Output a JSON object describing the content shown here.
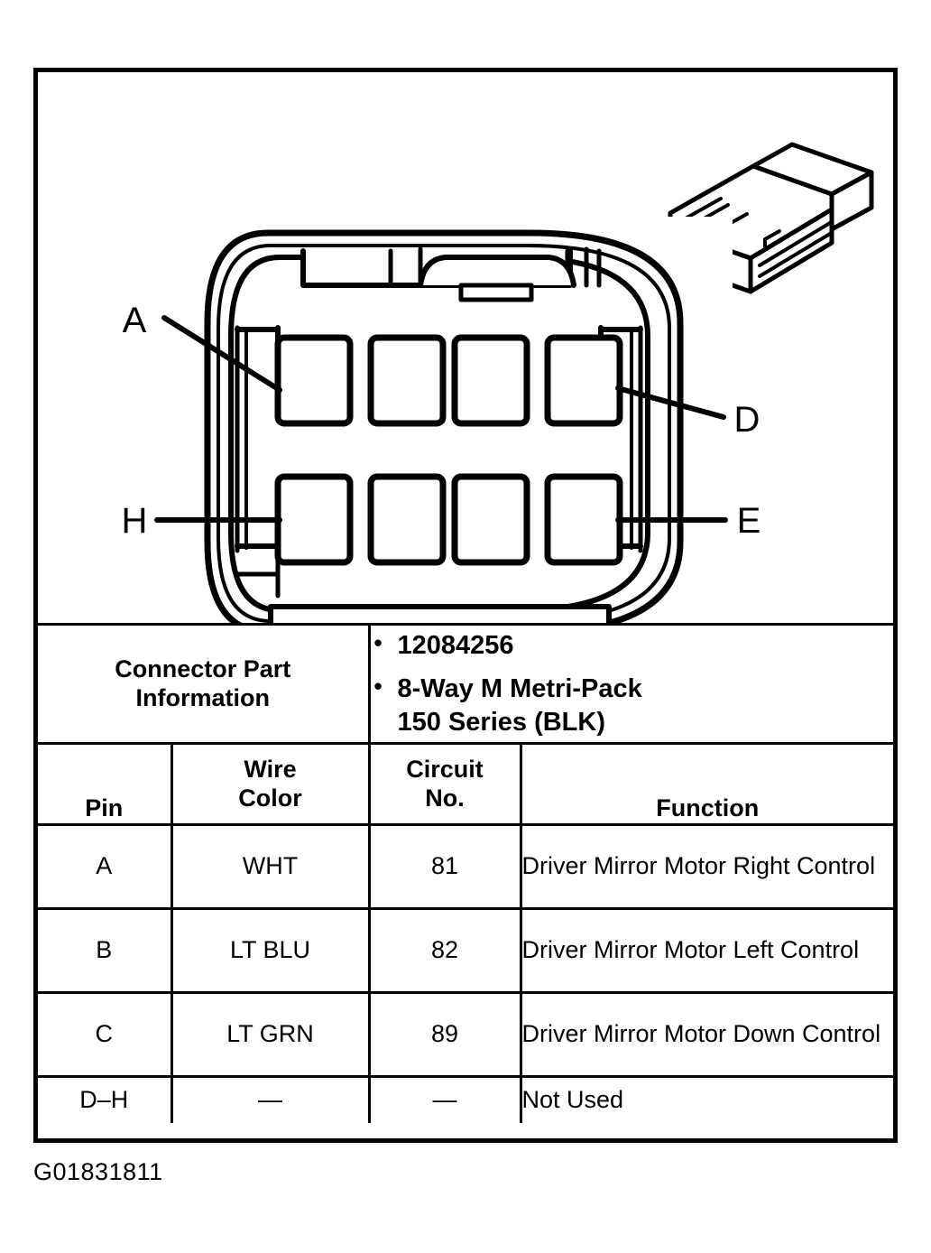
{
  "figure": {
    "id_label": "G01831811",
    "diagram": {
      "title": "8-way male Metri-Pack 150 connector face view",
      "callouts": [
        {
          "label": "A",
          "target": "top-left-cavity"
        },
        {
          "label": "D",
          "target": "top-right-cavity"
        },
        {
          "label": "H",
          "target": "bottom-left-cavity"
        },
        {
          "label": "E",
          "target": "bottom-right-cavity"
        }
      ],
      "cavity_rows": 2,
      "cavity_columns": 4,
      "inset_view": "isometric-connector-housing"
    }
  },
  "part_information": {
    "label_line1": "Connector Part",
    "label_line2": "Information",
    "bullets": [
      "12084256",
      "8-Way M Metri-Pack 150 Series (BLK)"
    ],
    "bullet_2_line1": "8-Way M Metri-Pack",
    "bullet_2_line2": "150 Series (BLK)"
  },
  "table": {
    "headers": {
      "pin": "Pin",
      "wire_color_line1": "Wire",
      "wire_color_line2": "Color",
      "circuit_no_line1": "Circuit",
      "circuit_no_line2": "No.",
      "function": "Function"
    },
    "rows": [
      {
        "pin": "A",
        "wire_color": "WHT",
        "circuit_no": "81",
        "function": "Driver Mirror Motor Right Control"
      },
      {
        "pin": "B",
        "wire_color": "LT BLU",
        "circuit_no": "82",
        "function": "Driver Mirror Motor Left Control"
      },
      {
        "pin": "C",
        "wire_color": "LT GRN",
        "circuit_no": "89",
        "function": "Driver Mirror Motor Down Control"
      },
      {
        "pin": "D–H",
        "wire_color": "—",
        "circuit_no": "—",
        "function": "Not Used"
      }
    ]
  },
  "colors": {
    "ink": "#000000",
    "paper": "#ffffff"
  }
}
